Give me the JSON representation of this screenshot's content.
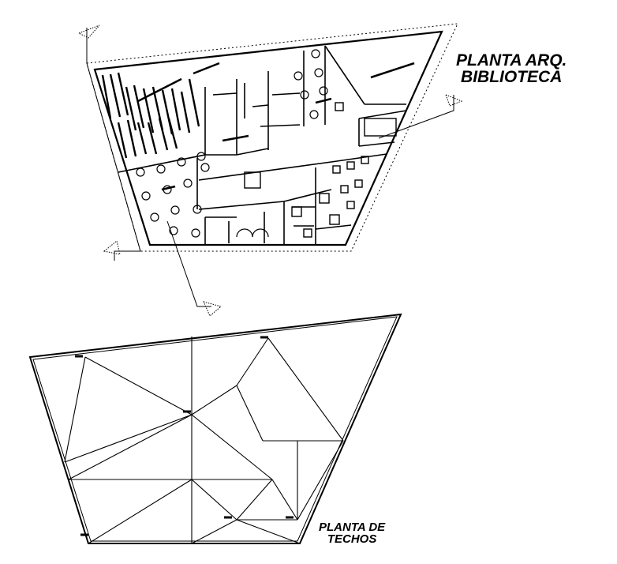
{
  "drawing": {
    "floor_plan_title": {
      "line1": "PLANTA ARQ.",
      "line2": "BIBLIOTECA"
    },
    "roof_plan_title": {
      "line1": "PLANTA DE",
      "line2": "TECHOS"
    },
    "line_color": "#000000",
    "background_color": "#ffffff"
  }
}
